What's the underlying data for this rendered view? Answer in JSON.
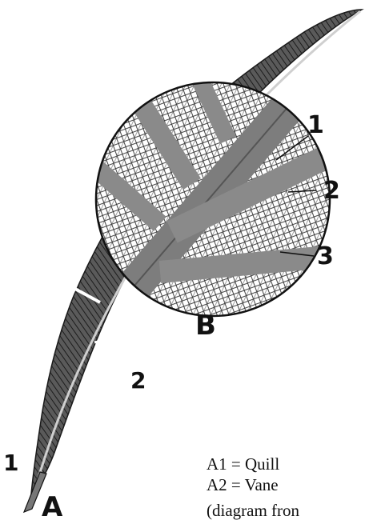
{
  "diagram": {
    "callouts": {
      "main_label": "A",
      "main_quill_num": "1",
      "main_vane_num": "2",
      "detail_label": "B",
      "detail_num_1": "1",
      "detail_num_2": "2",
      "detail_num_3": "3"
    },
    "legend": {
      "line1": "A1 = Quill",
      "line2": "A2 = Vane",
      "line3": "(diagram fron"
    },
    "colors": {
      "feather_dark": "#2e2e2e",
      "feather_mid": "#6e6e6e",
      "shaft": "#8a8a8a",
      "outline": "#111111",
      "background": "#ffffff"
    }
  }
}
